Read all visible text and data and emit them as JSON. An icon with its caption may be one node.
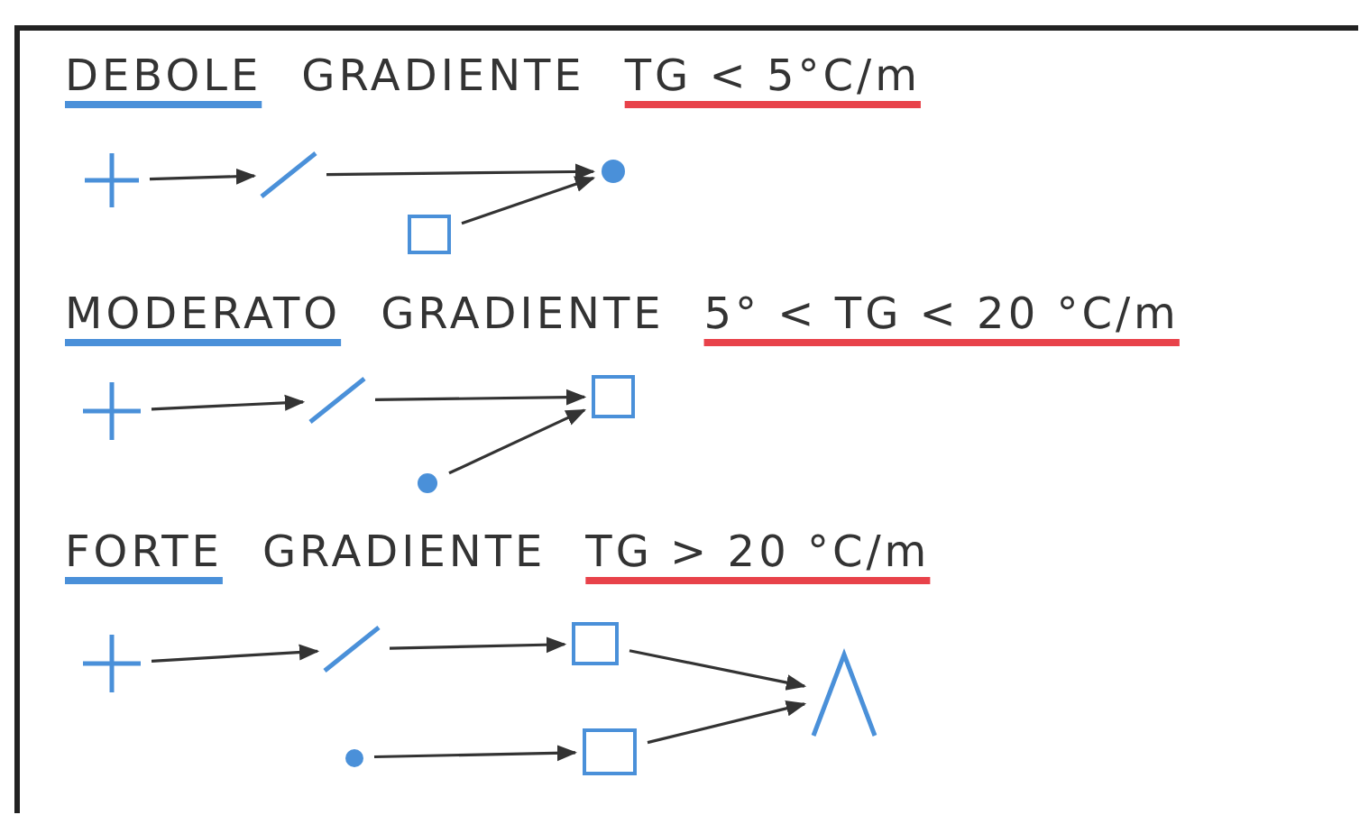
{
  "diagram": {
    "nodes": [
      {
        "text": [],
        "shape": "cross"
      },
      {
        "text": [],
        "shape": "line"
      },
      {
        "text": [],
        "shape": "circle"
      },
      {
        "text": [],
        "shape": "box"
      },
      {
        "text": [],
        "shape": "cross"
      },
      {
        "text": [],
        "shape": "line"
      },
      {
        "text": [],
        "shape": "box"
      },
      {
        "text": [],
        "shape": "circle"
      },
      {
        "text": [],
        "shape": "cross"
      },
      {
        "text": [],
        "shape": "line"
      },
      {
        "text": [],
        "shape": "box"
      },
      {
        "text": [],
        "shape": "chevron"
      },
      {
        "text": [],
        "shape": "circle"
      },
      {
        "text": [],
        "shape": "box"
      }
    ],
    "edges": [
      {
        "from": 0,
        "to": 1,
        "arrow": "to"
      },
      {
        "from": 1,
        "to": 2,
        "arrow": "to"
      },
      {
        "from": 3,
        "to": 2,
        "arrow": "to"
      },
      {
        "from": 4,
        "to": 5,
        "arrow": "to"
      },
      {
        "from": 5,
        "to": 6,
        "arrow": "to"
      },
      {
        "from": 7,
        "to": 6,
        "arrow": "to"
      },
      {
        "from": 8,
        "to": 9,
        "arrow": "to"
      },
      {
        "from": 9,
        "to": 10,
        "arrow": "to"
      },
      {
        "from": 10,
        "to": 11,
        "arrow": "to"
      },
      {
        "from": 12,
        "to": 13,
        "arrow": "to"
      },
      {
        "from": 13,
        "to": 11,
        "arrow": "to"
      }
    ],
    "labels": [
      "DEBOLE",
      "GRADIENTE",
      "TG < 5°C/m",
      "MODERATO",
      "GRADIENTE",
      "5° < TG < 20 °C/m",
      "FORTE",
      "GRADIENTE",
      "TG > 20 °C/m"
    ]
  }
}
